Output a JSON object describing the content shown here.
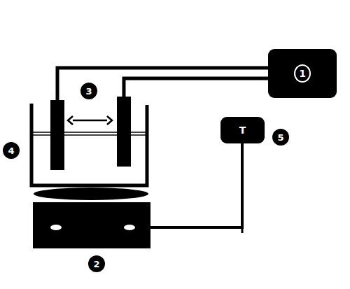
{
  "diagram": {
    "nodes": [
      {
        "text": [
          "1"
        ]
      },
      {
        "text": [
          "T"
        ]
      }
    ],
    "labels": [
      "3",
      "5",
      "4",
      "2"
    ]
  }
}
